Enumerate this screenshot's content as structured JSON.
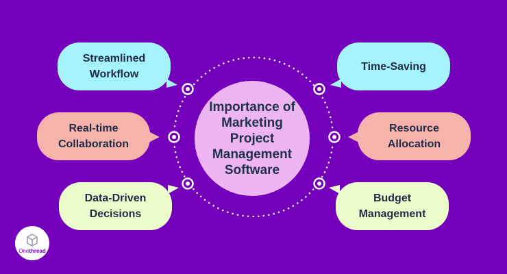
{
  "center": {
    "title": "Importance of\nMarketing\nProject\nManagement\nSoftware"
  },
  "bubbles": {
    "streamlined": "Streamlined\nWorkflow",
    "collaboration": "Real-time\nCollaboration",
    "data_driven": "Data-Driven\nDecisions",
    "time_saving": "Time-Saving",
    "resource": "Resource\nAllocation",
    "budget": "Budget\nManagement"
  },
  "logo": {
    "prefix": "One",
    "suffix": "thread"
  },
  "colors": {
    "background": "#7400bb",
    "center": "#edb5f2",
    "cyan": "#a5f3fc",
    "salmon": "#f5b3ab",
    "lime": "#ecfccb"
  }
}
